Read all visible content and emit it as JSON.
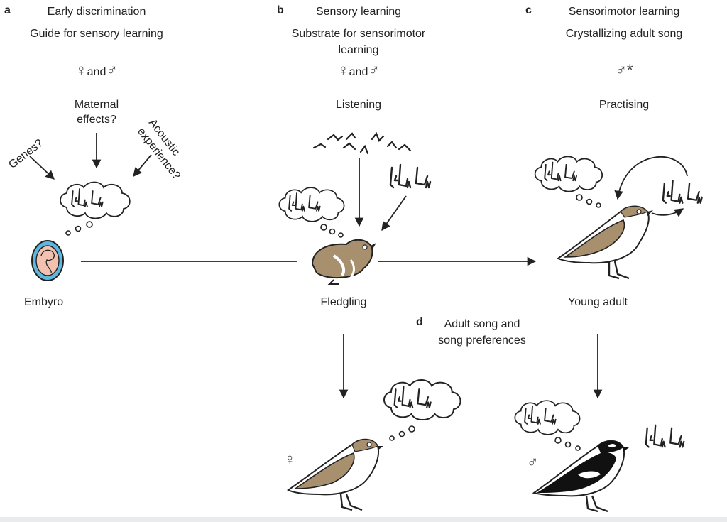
{
  "panels": {
    "a": {
      "letter": "a",
      "title": "Early discrimination",
      "subtitle": "Guide for sensory learning",
      "sexes_f": "♀",
      "and": "and",
      "sexes_m": "♂"
    },
    "b": {
      "letter": "b",
      "title": "Sensory learning",
      "subtitle_line1": "Substrate for sensorimotor",
      "subtitle_line2": "learning",
      "sexes_f": "♀",
      "and": "and",
      "sexes_m": "♂",
      "activity": "Listening"
    },
    "c": {
      "letter": "c",
      "title": "Sensorimotor learning",
      "subtitle": "Crystallizing adult song",
      "sexes_m": "♂*",
      "activity": "Practising"
    },
    "d": {
      "letter": "d",
      "title_line1": "Adult song and",
      "title_line2": "song preferences",
      "female_symbol": "♀",
      "male_symbol": "♂"
    }
  },
  "influences": {
    "genes": "Genes?",
    "maternal_line1": "Maternal",
    "maternal_line2": "effects?",
    "acoustic_line1": "Acoustic",
    "acoustic_line2": "experience?"
  },
  "stages": {
    "embryo": "Embyro",
    "fledgling": "Fledgling",
    "young_adult": "Young adult"
  },
  "colors": {
    "bird_brown": "#a88f6e",
    "egg_blue": "#5bb8e0",
    "embryo_pink": "#f2c2b0",
    "line": "#222222"
  }
}
